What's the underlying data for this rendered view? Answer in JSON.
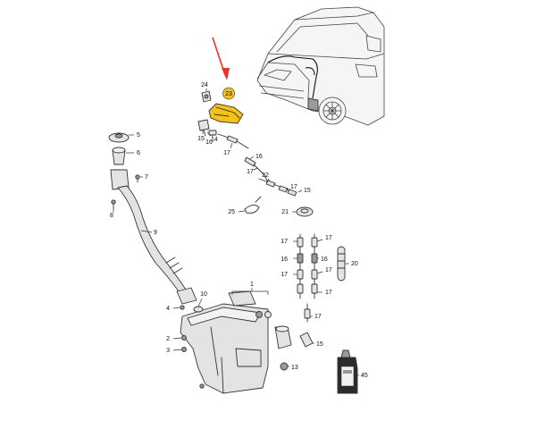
{
  "colors": {
    "highlight": "#f4c21b",
    "arrow": "#e8322a",
    "line": "#333333"
  },
  "callouts": [
    {
      "id": "c1",
      "label": "1"
    },
    {
      "id": "c2",
      "label": "2"
    },
    {
      "id": "c3",
      "label": "3"
    },
    {
      "id": "c4",
      "label": "4"
    },
    {
      "id": "c5",
      "label": "5"
    },
    {
      "id": "c6",
      "label": "6"
    },
    {
      "id": "c7",
      "label": "7"
    },
    {
      "id": "c8",
      "label": "8"
    },
    {
      "id": "c9",
      "label": "9"
    },
    {
      "id": "c10",
      "label": "10"
    },
    {
      "id": "c13",
      "label": "13"
    },
    {
      "id": "c14",
      "label": "14"
    },
    {
      "id": "c15a",
      "label": "15"
    },
    {
      "id": "c15b",
      "label": "15"
    },
    {
      "id": "c15c",
      "label": "15"
    },
    {
      "id": "c16a",
      "label": "16"
    },
    {
      "id": "c16b",
      "label": "16"
    },
    {
      "id": "c16c",
      "label": "16"
    },
    {
      "id": "c16d",
      "label": "16"
    },
    {
      "id": "c17a",
      "label": "17"
    },
    {
      "id": "c17b",
      "label": "17"
    },
    {
      "id": "c17c",
      "label": "17"
    },
    {
      "id": "c17d",
      "label": "17"
    },
    {
      "id": "c17e",
      "label": "17"
    },
    {
      "id": "c17f",
      "label": "17"
    },
    {
      "id": "c17g",
      "label": "17"
    },
    {
      "id": "c17h",
      "label": "17"
    },
    {
      "id": "c17i",
      "label": "17"
    },
    {
      "id": "c20",
      "label": "20"
    },
    {
      "id": "c21",
      "label": "21"
    },
    {
      "id": "c22",
      "label": "22"
    },
    {
      "id": "c23",
      "label": "23",
      "highlighted": true
    },
    {
      "id": "c24",
      "label": "24"
    },
    {
      "id": "c25",
      "label": "25"
    },
    {
      "id": "c45",
      "label": "45"
    }
  ]
}
